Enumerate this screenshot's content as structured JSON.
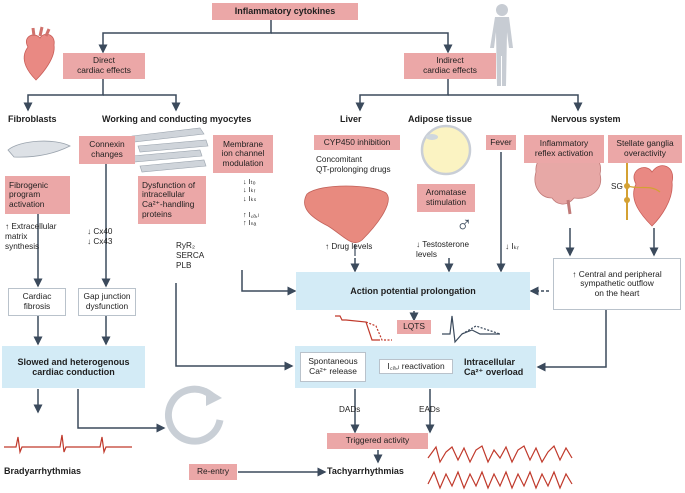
{
  "top": {
    "cytokines": "Inflammatory cytokines"
  },
  "branches": {
    "direct": "Direct\ncardiac effects",
    "indirect": "Indirect\ncardiac effects"
  },
  "headers": {
    "fibroblasts": "Fibroblasts",
    "myocytes": "Working and conducting myocytes",
    "liver": "Liver",
    "adipose": "Adipose tissue",
    "nervous": "Nervous system"
  },
  "boxes": {
    "fibrogenic": "Fibrogenic\nprogram\nactivation",
    "connexin": "Connexin\nchanges",
    "membrane": "Membrane\nion channel\nmodulation",
    "dysfunction": "Dysfunction of\nintracellular\nCa²⁺-handling\nproteins",
    "cyp450": "CYP450 inhibition",
    "aromatase": "Aromatase\nstimulation",
    "fever": "Fever",
    "reflex": "Inflammatory\nreflex activation",
    "stellate": "Stellate ganglia\noveractivity",
    "fibrosis": "Cardiac\nfibrosis",
    "gap": "Gap junction\ndysfunction",
    "central": "↑ Central and peripheral\nsympathetic outflow\non the heart",
    "ap": "Action potential prolongation",
    "lqts": "LQTS",
    "slowed": "Slowed and heterogenous\ncardiac conduction",
    "spontaneous": "Spontaneous\nCa²⁺ release",
    "reactivation": "I꜀ₐ,ₗ reactivation",
    "overload": "Intracellular\nCa²⁺ overload",
    "triggered": "Triggered activity",
    "reentry": "Re-entry"
  },
  "labels": {
    "ecm": "↑ Extracellular\nmatrix\nsynthesis",
    "cx": "↓ Cx40\n↓ Cx43",
    "ryr": "RyR₂\nSERCA\nPLB",
    "ion_channels": "↓ Iₜₒ\n↓ Iₖᵣ\n↓ Iₖₛ\n\n↑ I꜀ₐ,ₗ\n↑ Iₙₐ",
    "concomitant": "Concomitant\nQT-prolonging drugs",
    "drug_levels": "↑ Drug levels",
    "testosterone": "↓ Testosterone\nlevels",
    "ikr": "↓ Iₖᵣ",
    "sg": "SG",
    "dads": "DADs",
    "eads": "EADs",
    "brady": "Bradyarrhythmias",
    "tachy": "Tachyarrhythmias",
    "male": "♂"
  },
  "colors": {
    "pink_box": "#eba7a7",
    "blue_box": "#d3ebf6",
    "arrow": "#3b4a5c",
    "trace": "#c0392b"
  }
}
